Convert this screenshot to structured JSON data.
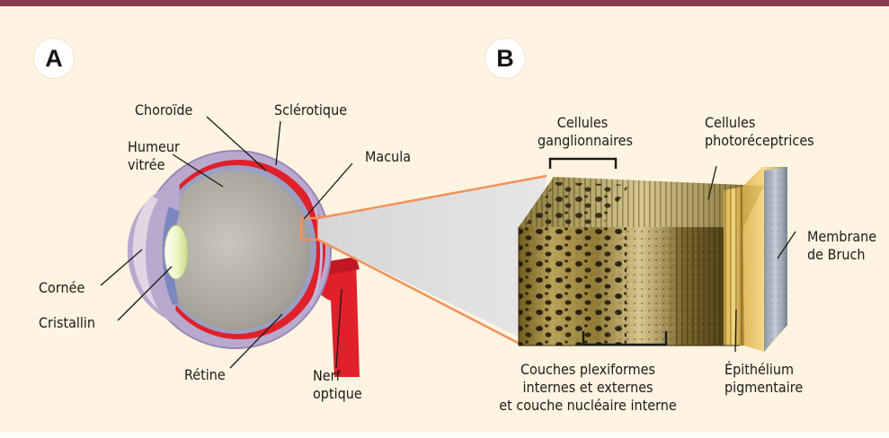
{
  "figure": {
    "panel_a_letter": "A",
    "panel_b_letter": "B",
    "eye_labels": {
      "choroide": "Choroïde",
      "sclerotique": "Sclérotique",
      "humeur_vitree": [
        "Humeur",
        "vitrée"
      ],
      "macula": "Macula",
      "cornee": "Cornée",
      "cristallin": "Cristallin",
      "retine": "Rétine",
      "nerf_optique": [
        "Nerf",
        "optique"
      ]
    },
    "retina_labels": {
      "cellules_ganglionnaires": [
        "Cellules",
        "ganglionnaires"
      ],
      "cellules_photoreceptrices": [
        "Cellules",
        "photoréceptrices"
      ],
      "membrane_bruch": [
        "Membrane",
        "de Bruch"
      ],
      "couches": [
        "Couches plexiformes",
        "internes et externes",
        "et couche nucléaire interne"
      ],
      "epithelium": [
        "Épithélium",
        "pigmentaire"
      ]
    },
    "colors": {
      "top_bar": "#8a3a4f",
      "panel_bg": "#fff4e1",
      "retina_red": "#e0202a",
      "zoom_orange": "#f2915a",
      "sclera_lilac": "#b9a9cf"
    }
  }
}
